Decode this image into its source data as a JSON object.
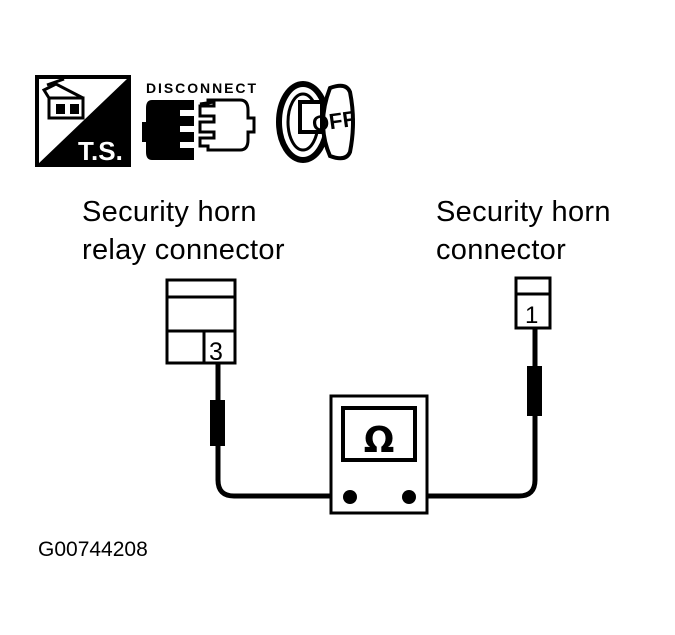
{
  "icons": {
    "troubleshoot": {
      "name": "ts-icon",
      "text": "T.S."
    },
    "disconnect": {
      "name": "disconnect-icon",
      "text": "DISCONNECT"
    },
    "ignition": {
      "name": "ignition-key-off-icon",
      "text": "OFF"
    }
  },
  "labels": {
    "left": {
      "line1": "Security horn",
      "line2": "relay connector"
    },
    "right": {
      "line1": "Security horn",
      "line2": "connector"
    }
  },
  "connectors": {
    "relay": {
      "terminal": "3"
    },
    "horn": {
      "terminal": "1"
    }
  },
  "meter": {
    "symbol": "Ω"
  },
  "figure_id": "G00744208",
  "colors": {
    "ink": "#000000",
    "background": "#ffffff"
  }
}
